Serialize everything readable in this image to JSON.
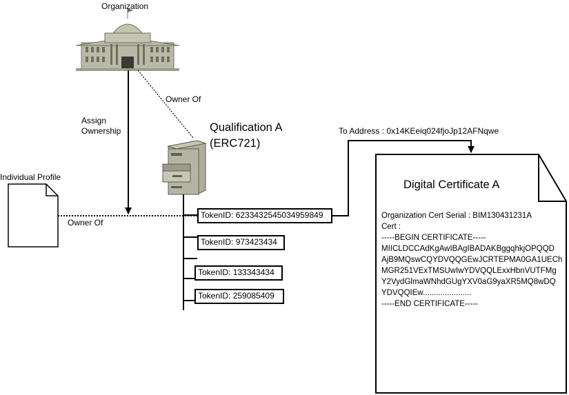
{
  "organization": {
    "label": "Organization",
    "icon": "government-building-icon"
  },
  "edges": {
    "owner_of_org": "Owner Of",
    "assign_ownership_line1": "Assign",
    "assign_ownership_line2": "Ownership",
    "owner_of_individual": "Owner Of",
    "to_address": "To Address : 0x14KEeiq024fjoJp12AFNqwe"
  },
  "qualification": {
    "line1": "Qualification A",
    "line2": "(ERC721)",
    "icon": "file-cabinet-icon"
  },
  "individual": {
    "label": "Individual Profile",
    "icon": "document-icon"
  },
  "tokens": [
    "TokenID: 6233432545034959849",
    "TokenID: 973423434",
    "TokenID: 133343434",
    "TokenID: 259085409"
  ],
  "certificate": {
    "title": "Digital Certificate A",
    "lines": [
      "Organization Cert Serial : BIM130431231A",
      "Cert :",
      "-----BEGIN CERTIFICATE-----",
      "MIICLDCCAdKgAwIBAgIBADAKBggqhkjOPQQD",
      "AjB9MQswCQYDVQQGEwJCRTEPMA0GA1UECh",
      "MGR251VExTMSUwIwYDVQQLExxHbnVUTFMg",
      "Y2VydGlmaWNhdGUgYXV0aG9yaXR5MQ8wDQ",
      "YDVQQIEw......................",
      "-----END CERTIFICATE-----"
    ]
  },
  "colors": {
    "building": "#b9b9a6",
    "cabinet": "#aeae9c",
    "line": "#000000"
  }
}
